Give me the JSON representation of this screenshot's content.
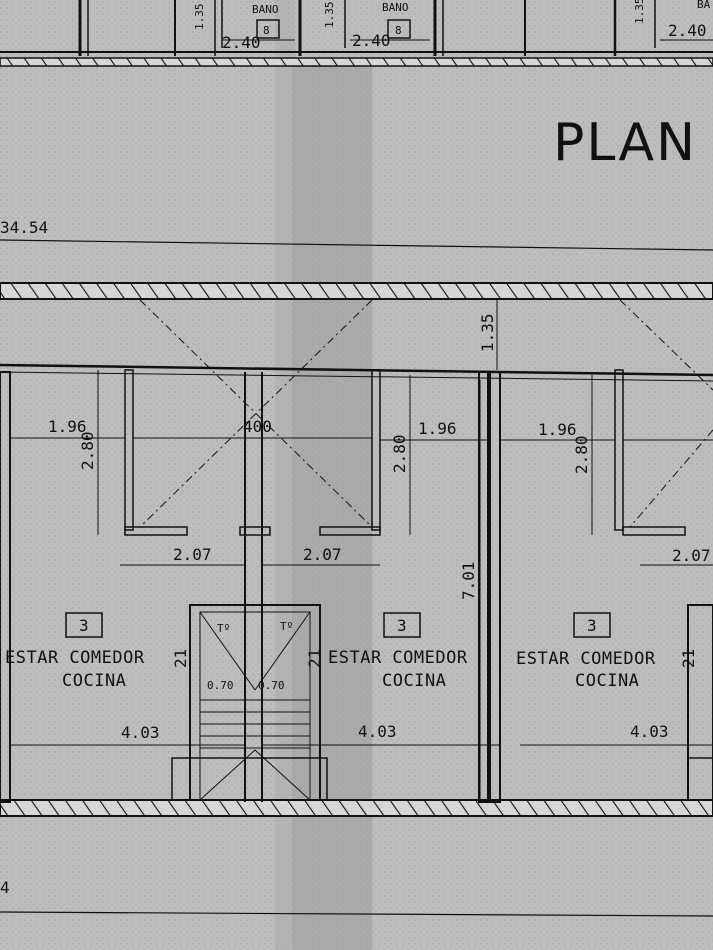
{
  "title": "PLAN",
  "level_marks": [
    "34.54",
    "4"
  ],
  "bathrooms": [
    {
      "label": "BANO",
      "number": "8",
      "width": "2.40",
      "depth": "1.35"
    },
    {
      "label": "BANO",
      "number": "8",
      "width": "2.40",
      "depth": "1.35"
    },
    {
      "label": "BA",
      "number": "",
      "width": "2.40",
      "depth": "1.35"
    }
  ],
  "patio_depth": "1.35",
  "stair_width": "400",
  "stair_runs": [
    "0.70",
    "0.70"
  ],
  "stair_marks": [
    "Tº",
    "Tº"
  ],
  "stair_heights": [
    "21",
    "21",
    "21"
  ],
  "units": [
    {
      "number": "3",
      "room_line1": "ESTAR COMEDOR",
      "room_line2": "COCINA",
      "width": "4.03",
      "wall_width": "1.96",
      "wall_depth": "2.80",
      "opening": "2.07"
    },
    {
      "number": "3",
      "room_line1": "ESTAR COMEDOR",
      "room_line2": "COCINA",
      "width": "4.03",
      "wall_width": "1.96",
      "wall_depth": "2.80",
      "opening": "2.07"
    },
    {
      "number": "3",
      "room_line1": "ESTAR COMEDOR",
      "room_line2": "COCINA",
      "width": "4.03",
      "wall_width": "1.96",
      "wall_depth": "2.80",
      "opening": "2.07"
    }
  ],
  "unit_depth": "7.01",
  "colors": {
    "paper": "#b9b9b9",
    "ink": "#111111"
  }
}
